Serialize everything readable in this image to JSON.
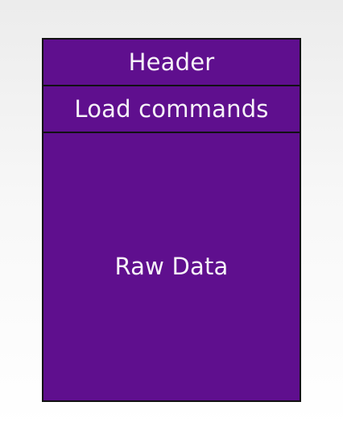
{
  "diagram": {
    "segments": [
      {
        "label": "Header"
      },
      {
        "label": "Load commands"
      },
      {
        "label": "Raw Data"
      }
    ],
    "colors": {
      "fill": "#5f0f8e",
      "border": "#111111",
      "text": "#f6f2f8",
      "background": "#f4f4f4"
    }
  }
}
